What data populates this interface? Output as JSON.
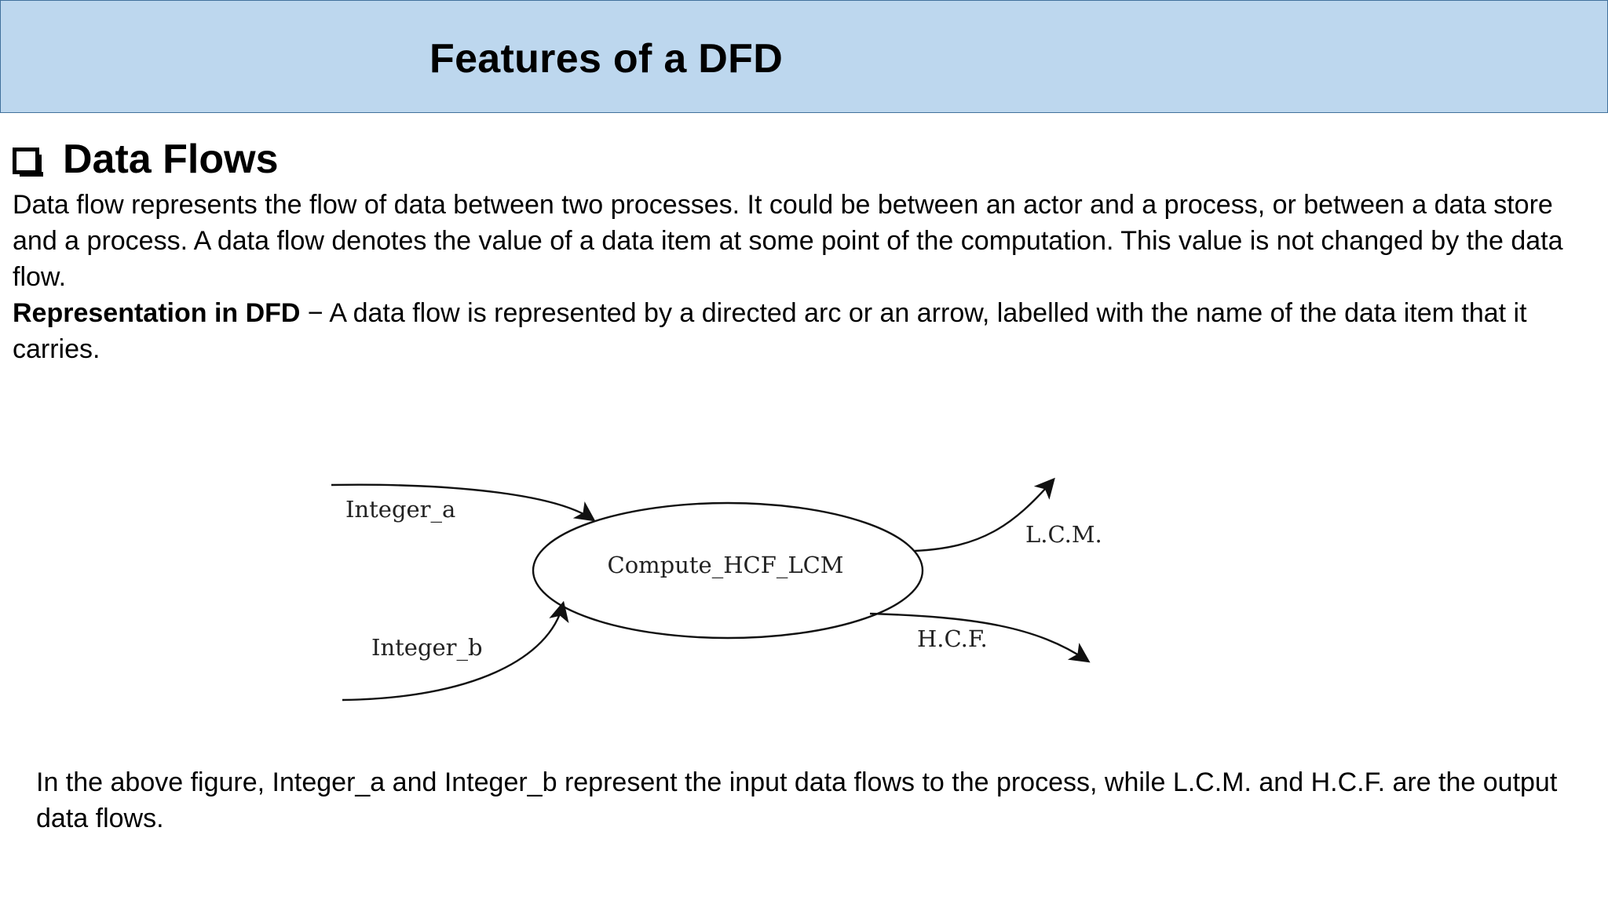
{
  "slide": {
    "title": "Features of a DFD",
    "section_heading": "Data Flows",
    "paragraph_1": "Data flow represents the flow of data between two processes. It could be between an actor and a process, or between a data store and a process. A data flow denotes the value of a data item at some point of the computation. This value is not changed by the data flow.",
    "representation_label": "Representation in DFD",
    "representation_text": " − A data flow is represented by a directed arc or an arrow, labelled with the name of the data item that it carries.",
    "caption": "In the above figure, Integer_a and Integer_b represent the input data flows to the process, while L.C.M. and H.C.F. are the output data flows."
  },
  "diagram": {
    "process_label": "Compute_HCF_LCM",
    "input_flows": [
      "Integer_a",
      "Integer_b"
    ],
    "output_flows": [
      "L.C.M.",
      "H.C.F."
    ]
  },
  "colors": {
    "title_bar_fill": "#bdd7ee",
    "title_bar_border": "#41719c"
  }
}
